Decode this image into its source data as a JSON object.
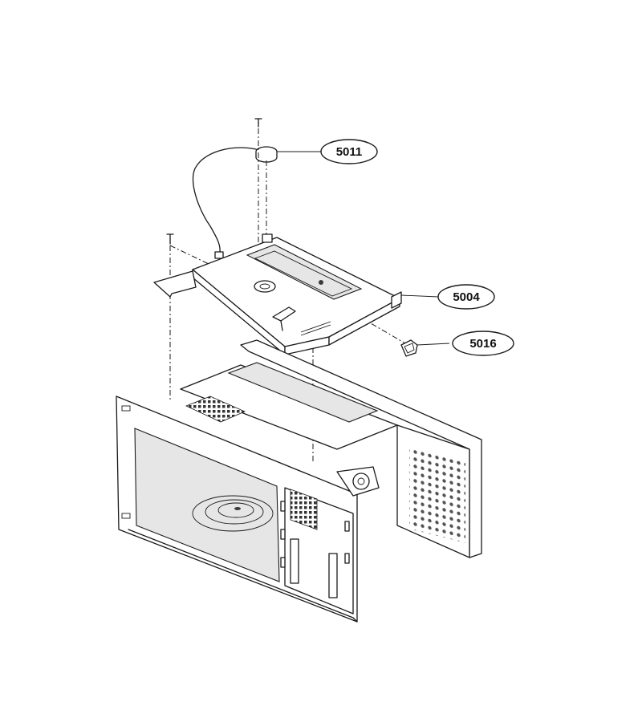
{
  "callouts": [
    {
      "id": "part-5011",
      "label": "5011"
    },
    {
      "id": "part-5004",
      "label": "5004"
    },
    {
      "id": "part-5016",
      "label": "5016"
    }
  ],
  "colors": {
    "line": "#1a1a1a",
    "background": "#ffffff"
  }
}
